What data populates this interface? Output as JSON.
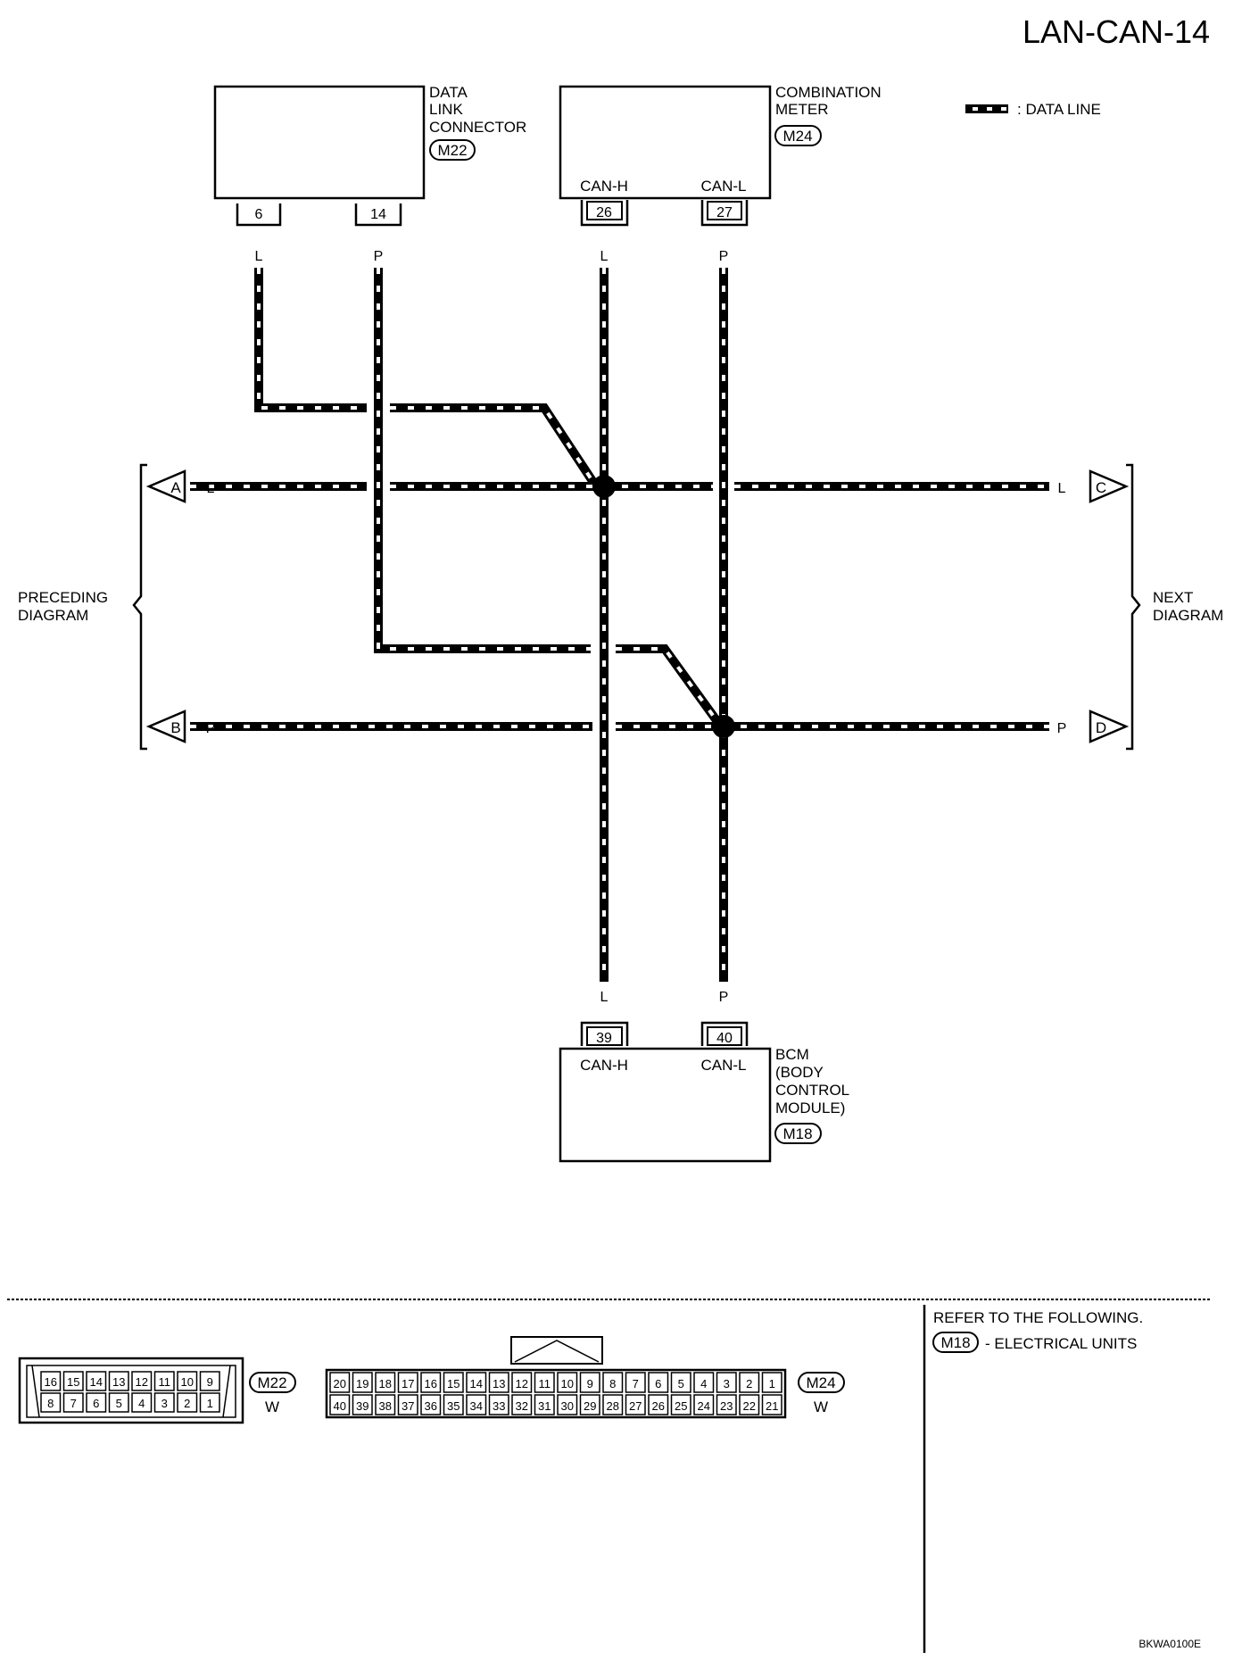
{
  "header": {
    "page_id": "LAN-CAN-14"
  },
  "legend": {
    "text": ": DATA LINE"
  },
  "units": {
    "dlc": {
      "name_lines": [
        "DATA",
        "LINK",
        "CONNECTOR"
      ],
      "connector": "M22",
      "pins": [
        "6",
        "14"
      ],
      "wire_colors": [
        "L",
        "P"
      ]
    },
    "meter": {
      "name_lines": [
        "COMBINATION",
        "METER"
      ],
      "connector": "M24",
      "pin_labels": [
        "CAN-H",
        "CAN-L"
      ],
      "pins": [
        "26",
        "27"
      ],
      "wire_colors": [
        "L",
        "P"
      ]
    },
    "bcm": {
      "name_lines": [
        "BCM",
        "(BODY",
        "CONTROL",
        "MODULE)"
      ],
      "connector": "M18",
      "pin_labels": [
        "CAN-H",
        "CAN-L"
      ],
      "pins": [
        "39",
        "40"
      ],
      "wire_colors": [
        "L",
        "P"
      ]
    }
  },
  "offpage": {
    "left_lines": [
      "PRECEDING",
      "DIAGRAM"
    ],
    "right_lines": [
      "NEXT",
      "DIAGRAM"
    ],
    "A": "A",
    "B": "B",
    "C": "C",
    "D": "D",
    "L": "L",
    "P": "P"
  },
  "connectors": {
    "m22": {
      "code": "M22",
      "color": "W",
      "top": [
        "16",
        "15",
        "14",
        "13",
        "12",
        "11",
        "10",
        "9"
      ],
      "bottom": [
        "8",
        "7",
        "6",
        "5",
        "4",
        "3",
        "2",
        "1"
      ]
    },
    "m24": {
      "code": "M24",
      "color": "W",
      "top": [
        "20",
        "19",
        "18",
        "17",
        "16",
        "15",
        "14",
        "13",
        "12",
        "11",
        "10",
        "9",
        "8",
        "7",
        "6",
        "5",
        "4",
        "3",
        "2",
        "1"
      ],
      "bottom": [
        "40",
        "39",
        "38",
        "37",
        "36",
        "35",
        "34",
        "33",
        "32",
        "31",
        "30",
        "29",
        "28",
        "27",
        "26",
        "25",
        "24",
        "23",
        "22",
        "21"
      ]
    }
  },
  "refer": {
    "line1": "REFER TO THE FOLLOWING.",
    "code": "M18",
    "line2": "- ELECTRICAL UNITS"
  },
  "footer": {
    "figure_code": "BKWA0100E"
  }
}
